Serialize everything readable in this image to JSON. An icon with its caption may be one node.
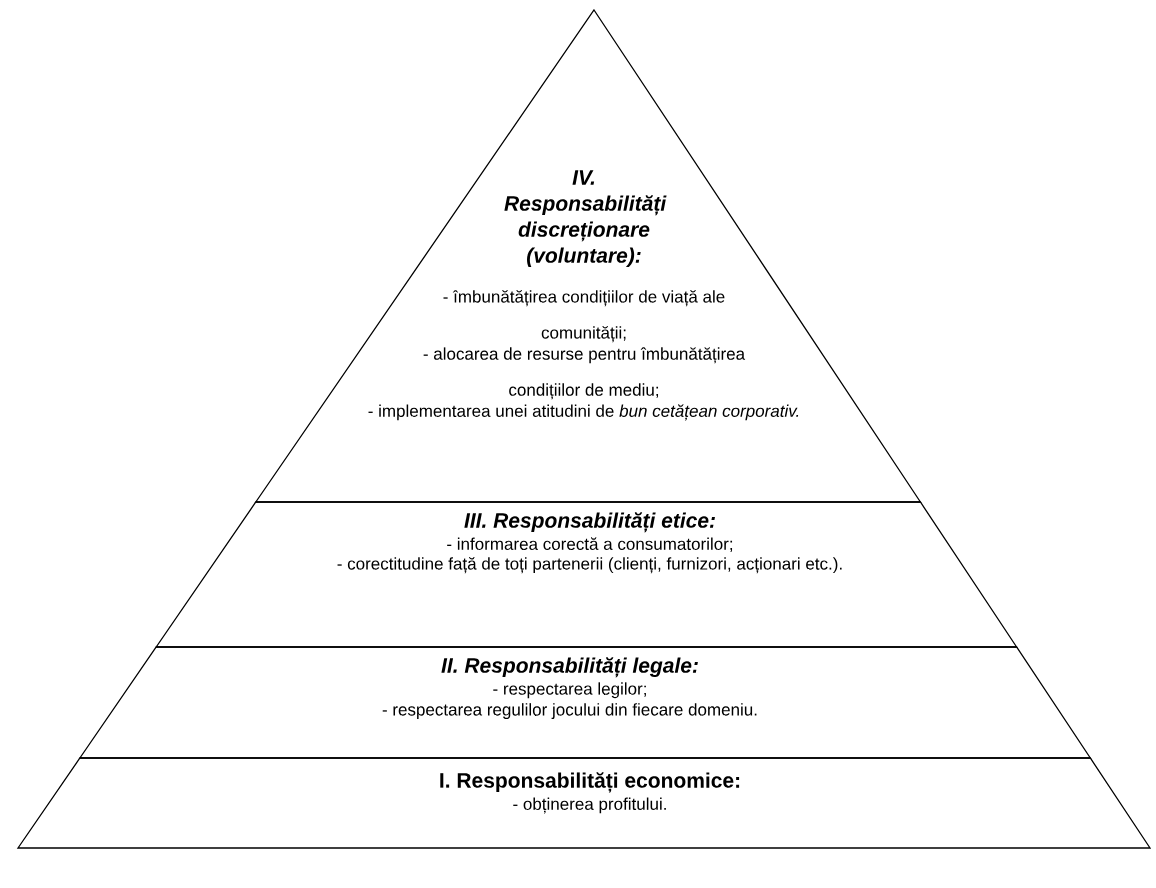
{
  "diagram": {
    "nodes": [
      {
        "text": [
          "IV. Responsabilități discreționare (voluntare):",
          "- îmbunătățirea condițiilor de viață ale comunității;",
          "- alocarea de resurse pentru îmbunătățirea condițiilor de mediu;",
          "- implementarea unei atitudini de *bun cetățean corporativ.*"
        ]
      },
      {
        "text": [
          "III. Responsabilități etice:",
          "- informarea corectă a consumatorilor;",
          "- corectitudine față de toți partenerii (clienți, furnizori, acționari etc.)."
        ]
      },
      {
        "text": [
          "II. Responsabilități legale:",
          "- respectarea legilor;",
          "- respectarea regulilor jocului din fiecare domeniu."
        ]
      },
      {
        "text": [
          "I. Responsabilități economice:",
          "- obținerea profitului."
        ]
      }
    ]
  }
}
